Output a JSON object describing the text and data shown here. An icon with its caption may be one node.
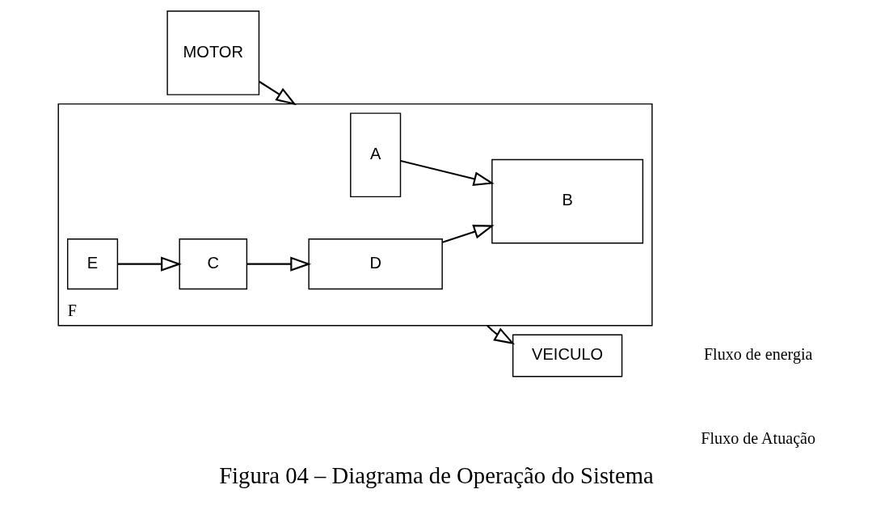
{
  "diagram": {
    "caption": "Figura 04 – Diagrama de Operação do Sistema",
    "nodes": [
      {
        "text": [
          "MOTOR"
        ]
      },
      {
        "text": [
          "F"
        ]
      },
      {
        "text": [
          "A"
        ],
        "in": 1
      },
      {
        "text": [
          "B"
        ],
        "in": 1
      },
      {
        "text": [
          "E"
        ],
        "in": 1
      },
      {
        "text": [
          "C"
        ],
        "in": 1
      },
      {
        "text": [
          "D"
        ],
        "in": 1
      },
      {
        "text": [
          "VEICULO"
        ]
      }
    ],
    "edges": [
      {
        "from": 0,
        "to": 1,
        "arrow": "to"
      },
      {
        "from": 2,
        "to": 3,
        "arrow": "to"
      },
      {
        "from": 1,
        "to": 7,
        "arrow": "to"
      },
      {
        "from": 4,
        "to": 5,
        "arrow": "to"
      },
      {
        "from": 5,
        "to": 6,
        "arrow": "to"
      },
      {
        "from": 6,
        "to": 3,
        "arrow": "to"
      }
    ],
    "legend": [
      {
        "text": "Fluxo de energia"
      },
      {
        "text": "Fluxo de Atuação"
      }
    ]
  }
}
